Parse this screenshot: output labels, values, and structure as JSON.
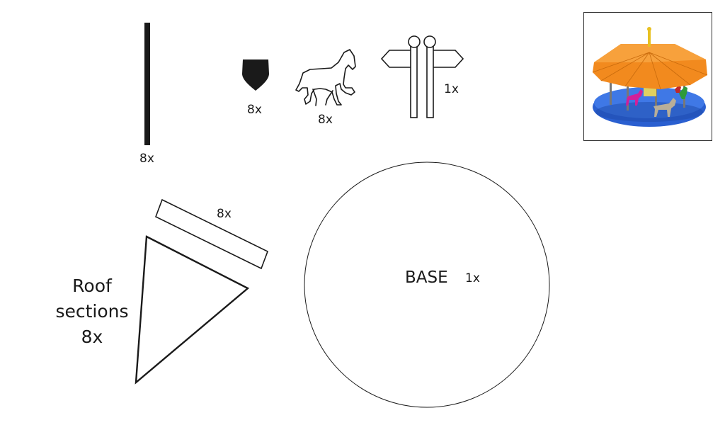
{
  "parts": {
    "pole": {
      "qty": "8x"
    },
    "shield": {
      "qty": "8x",
      "color": "#1a1a1a"
    },
    "horse": {
      "qty": "8x"
    },
    "signpost": {
      "qty": "1x"
    },
    "roof_strip": {
      "qty": "8x"
    },
    "roof_section": {
      "label_line1": "Roof",
      "label_line2": "sections",
      "qty": "8x"
    },
    "base": {
      "label": "BASE",
      "qty": "1x"
    }
  },
  "preview_colors": {
    "roof": "#f28a1e",
    "base": "#2a5fd0",
    "finial": "#e8c020"
  }
}
